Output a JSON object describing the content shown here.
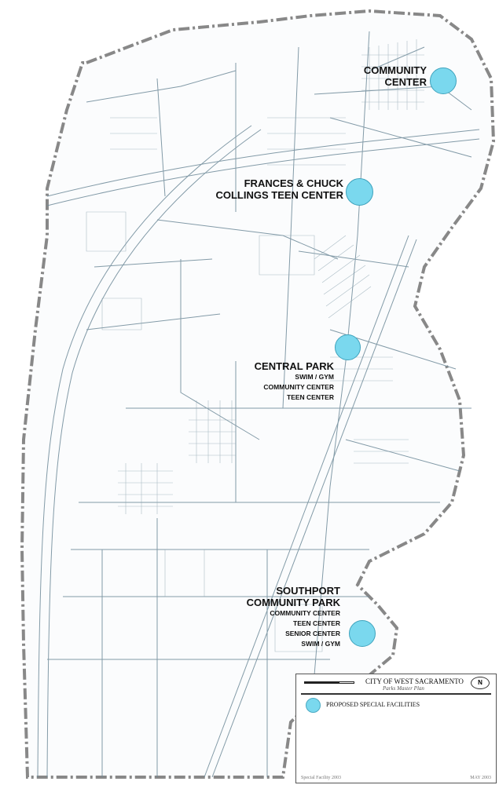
{
  "colors": {
    "facility_fill": "#7ad8ee",
    "boundary": "#888888",
    "streets": "#6e8a99",
    "background": "#ffffff"
  },
  "labels": {
    "community_center": {
      "title_lines": [
        "COMMUNITY",
        "CENTER"
      ]
    },
    "teen_center": {
      "title_lines": [
        "FRANCES & CHUCK",
        "COLLINGS TEEN CENTER"
      ]
    },
    "central_park": {
      "title": "CENTRAL PARK",
      "items": [
        "SWIM / GYM",
        "COMMUNITY CENTER",
        "TEEN CENTER"
      ]
    },
    "southport": {
      "title_lines": [
        "SOUTHPORT",
        "COMMUNITY PARK"
      ],
      "items": [
        "COMMUNITY CENTER",
        "TEEN CENTER",
        "SENIOR CENTER",
        "SWIM / GYM"
      ]
    }
  },
  "legend": {
    "title": "CITY OF WEST SACRAMENTO",
    "subtitle": "Parks Master Plan",
    "key_label": "PROPOSED SPECIAL FACILITIES",
    "north_symbol": "N",
    "footer_left": "Special Facility 2003",
    "footer_right": "MAY 2003"
  }
}
